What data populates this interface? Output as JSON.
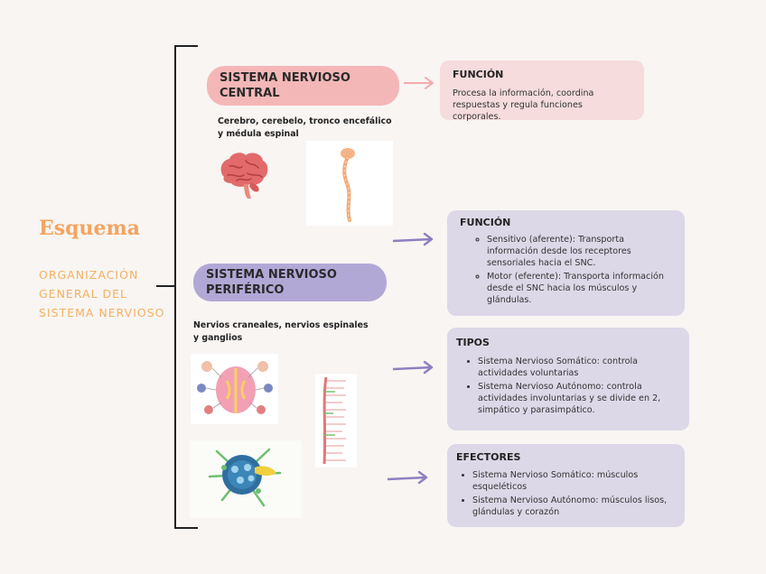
{
  "title": "Esquema",
  "subtitle": "ORGANIZACIÓN GENERAL DEL SISTEMA NERVIOSO",
  "central": {
    "label": "SISTEMA NERVIOSO CENTRAL",
    "caption": "Cerebro, cerebelo, tronco encefálico y médula espinal",
    "function_title": "FUNCIÓN",
    "function_text": "Procesa la información, coordina respuestas y regula funciones corporales."
  },
  "peripheral": {
    "label": "SISTEMA NERVIOSO PERIFÉRICO",
    "caption": "Nervios craneales, nervios espinales y ganglios",
    "function_title": "FUNCIÓN",
    "function_items": [
      "Sensitivo (aferente): Transporta información desde los receptores sensoriales hacia el SNC.",
      "Motor (eferente): Transporta información desde el SNC hacia los músculos y glándulas."
    ],
    "types_title": "TIPOS",
    "types_items": [
      "Sistema Nervioso Somático: controla actividades voluntarias",
      "Sistema Nervioso Autónomo: controla actividades involuntarias y se divide en 2, simpático y parasimpático."
    ],
    "effectors_title": "EFECTORES",
    "effectors_items": [
      "Sistema Nervioso Somático: músculos esqueléticos",
      "Sistema Nervioso Autónomo: músculos lisos, glándulas y corazón"
    ]
  },
  "colors": {
    "accent": "#f4a460",
    "pink": "#f4b7b7",
    "purple": "#b2a8d6",
    "arrow_pink": "#f2aaaa",
    "arrow_purple": "#8e7fc0"
  },
  "icons": [
    "brain-icon",
    "spinal-cord-icon",
    "cranial-nerves-icon",
    "spinal-nerves-icon",
    "ganglion-icon"
  ]
}
